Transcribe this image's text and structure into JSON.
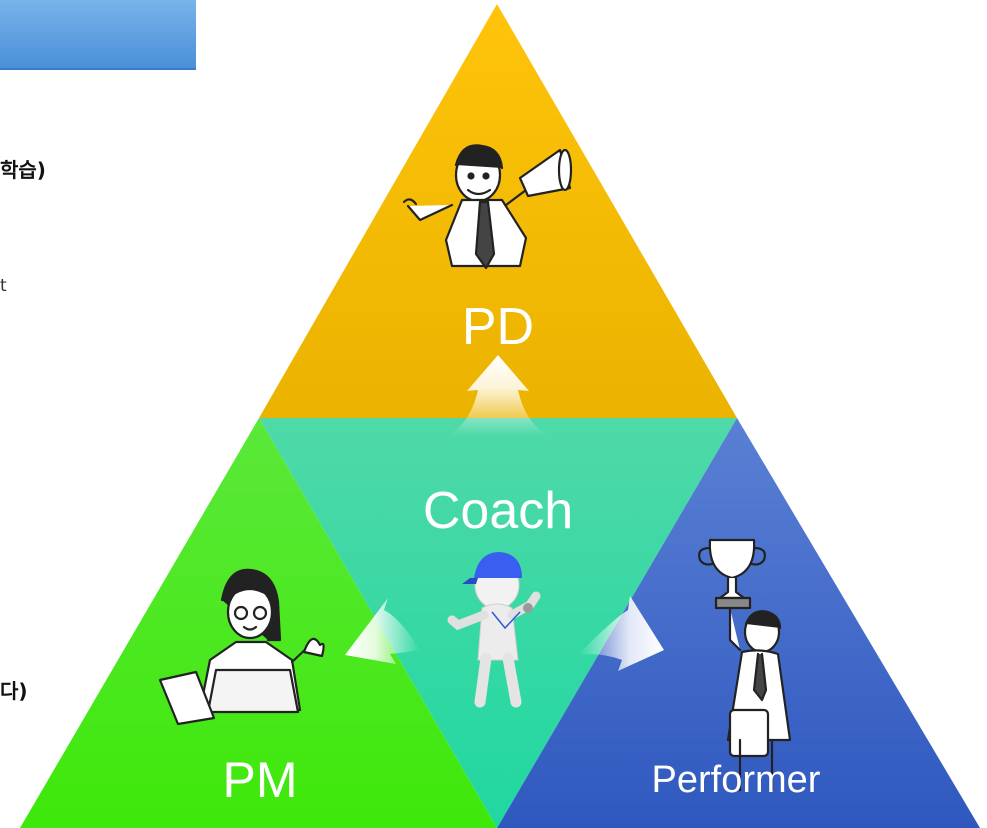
{
  "side_text": {
    "line1": "학습)",
    "line2": "t",
    "line3": "다)"
  },
  "diagram": {
    "top": {
      "label": "PD",
      "color": "#f2b705",
      "figure": "megaphone-man-icon"
    },
    "center": {
      "label": "Coach",
      "color": "#3fd9a6",
      "figure": "coach-whistle-icon"
    },
    "left": {
      "label": "PM",
      "color": "#3ee51a",
      "figure": "woman-laptop-icon"
    },
    "right": {
      "label": "Performer",
      "color": "#3a62c6",
      "figure": "trophy-man-icon"
    }
  }
}
